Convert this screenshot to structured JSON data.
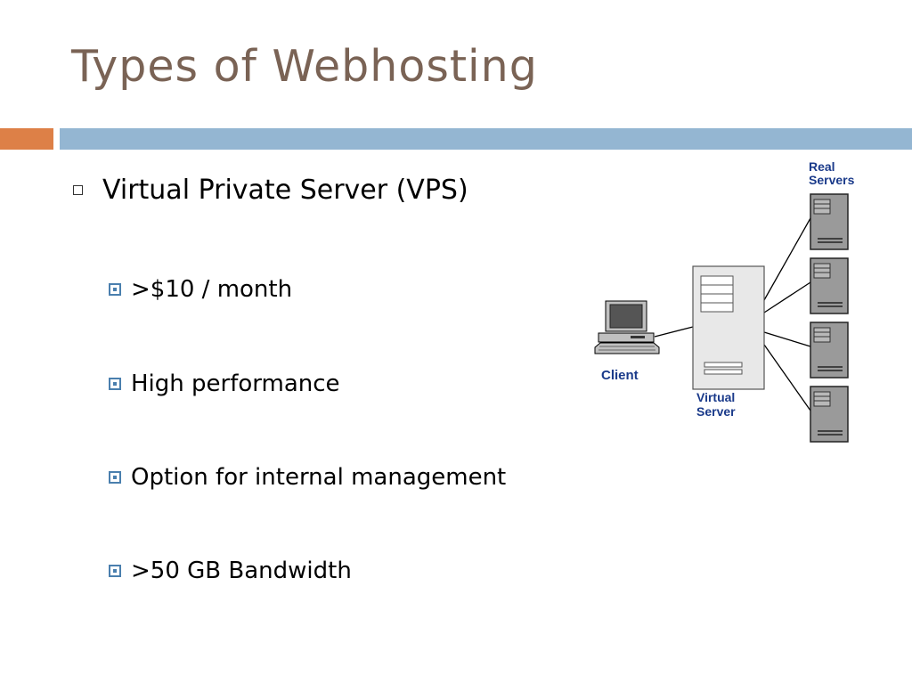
{
  "slide": {
    "title": "Types of Webhosting",
    "accent_colors": {
      "title": "#7a6355",
      "orange_bar": "#dd8047",
      "blue_bar": "#94b6d2",
      "bullet": "#4a7fae"
    }
  },
  "bullets": {
    "main": "Virtual Private Server (VPS)",
    "sub": [
      ">$10 / month",
      "High performance",
      "Option for internal management",
      ">50 GB Bandwidth"
    ]
  },
  "diagram": {
    "real_servers_label_line1": "Real",
    "real_servers_label_line2": "Servers",
    "client_label": "Client",
    "virtual_server_label_line1": "Virtual",
    "virtual_server_label_line2": "Server"
  }
}
